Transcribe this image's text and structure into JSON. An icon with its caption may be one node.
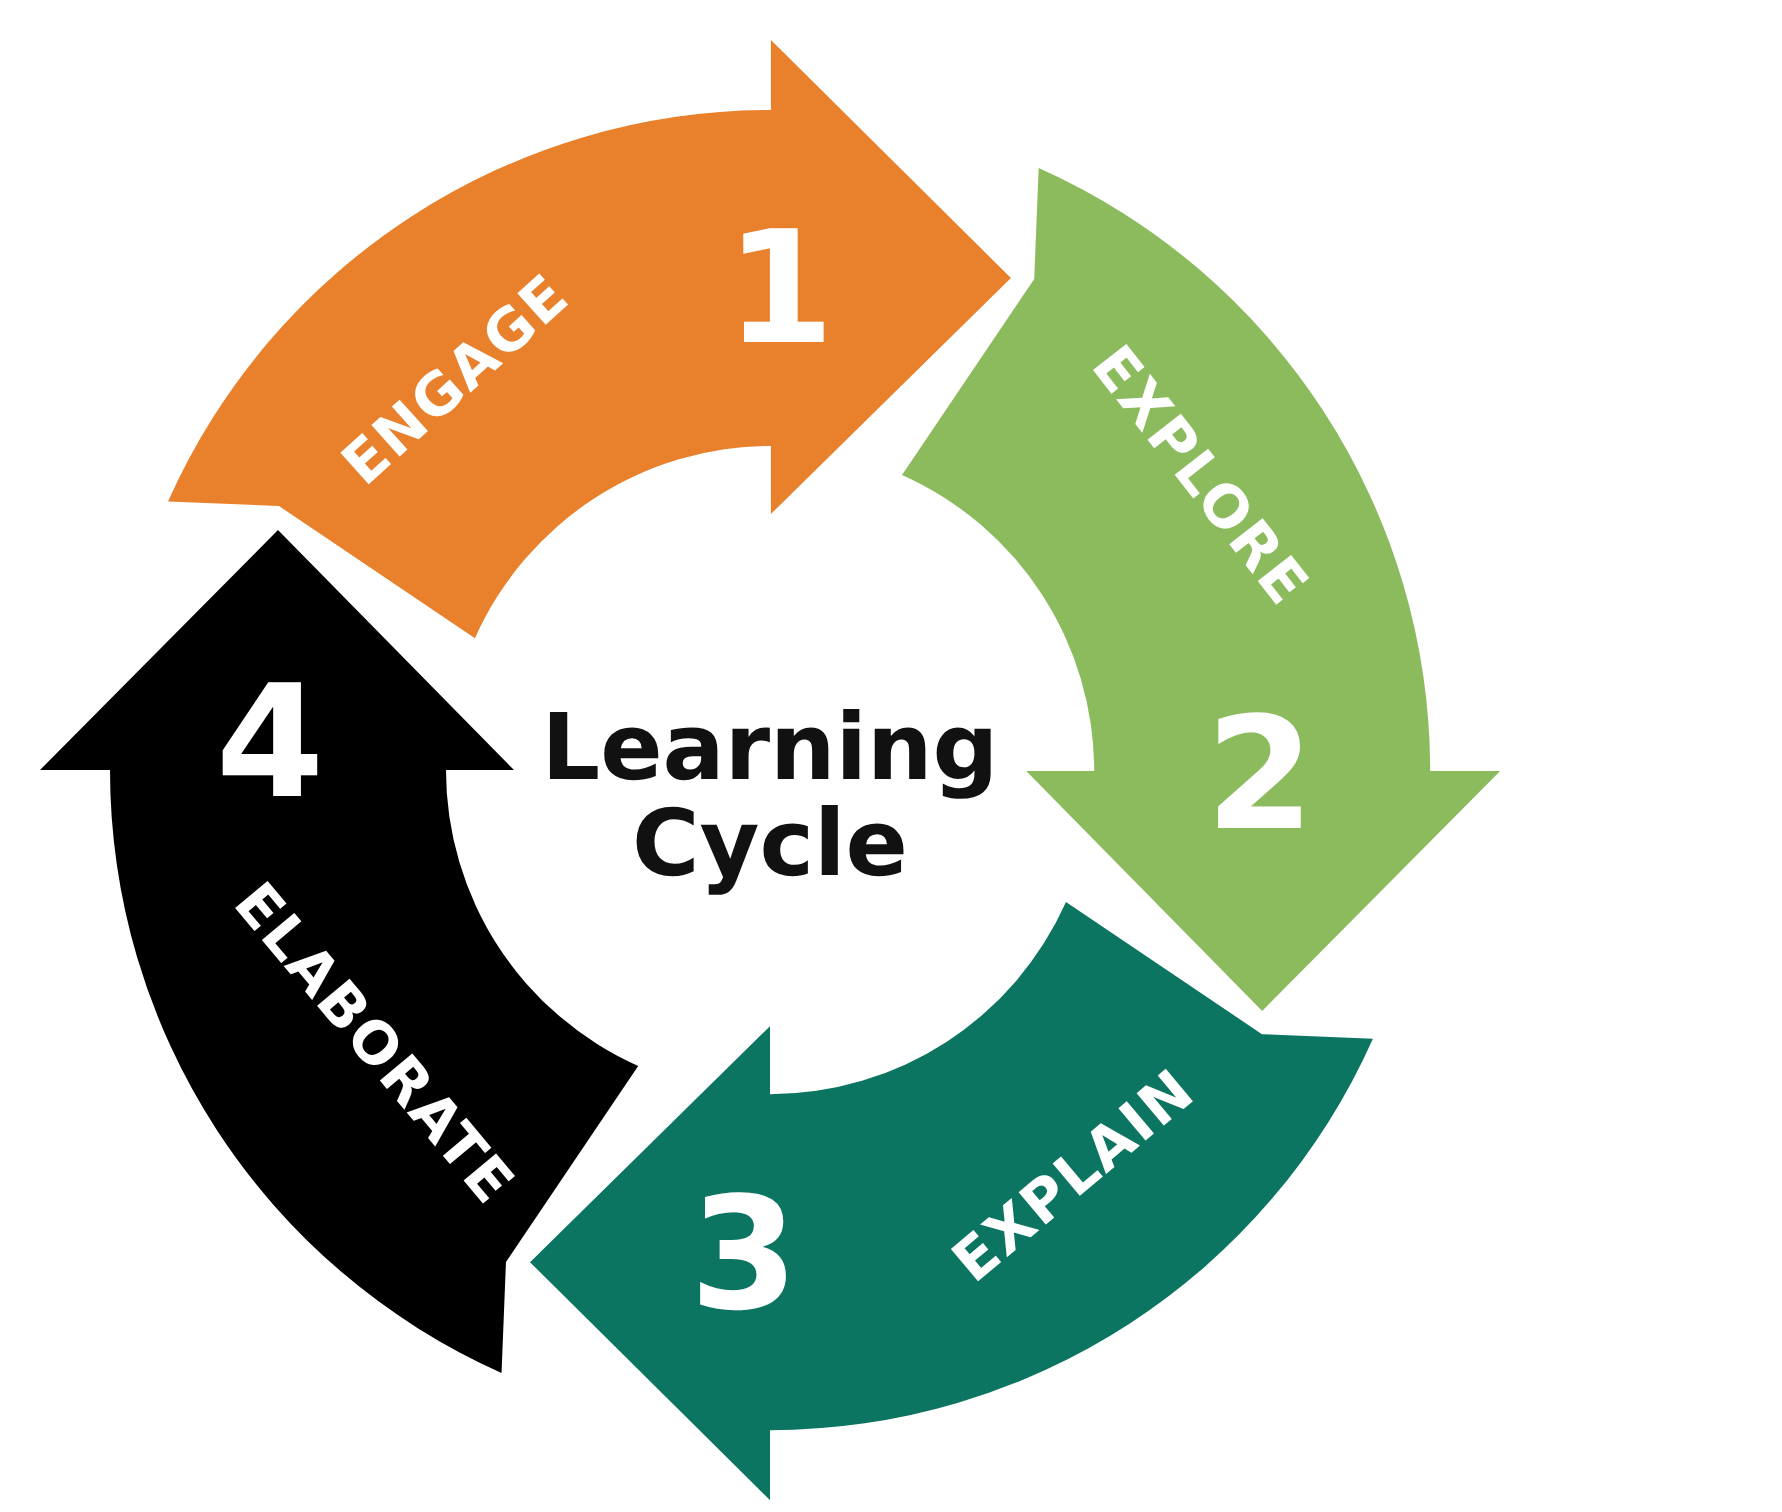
{
  "diagram": {
    "title": "Learning Cycle",
    "nodes": [
      {
        "text": [
          "1",
          "ENGAGE"
        ]
      },
      {
        "text": [
          "2",
          "EXPLORE"
        ]
      },
      {
        "text": [
          "3",
          "EXPLAIN"
        ]
      },
      {
        "text": [
          "4",
          "ELABORATE"
        ]
      }
    ]
  }
}
